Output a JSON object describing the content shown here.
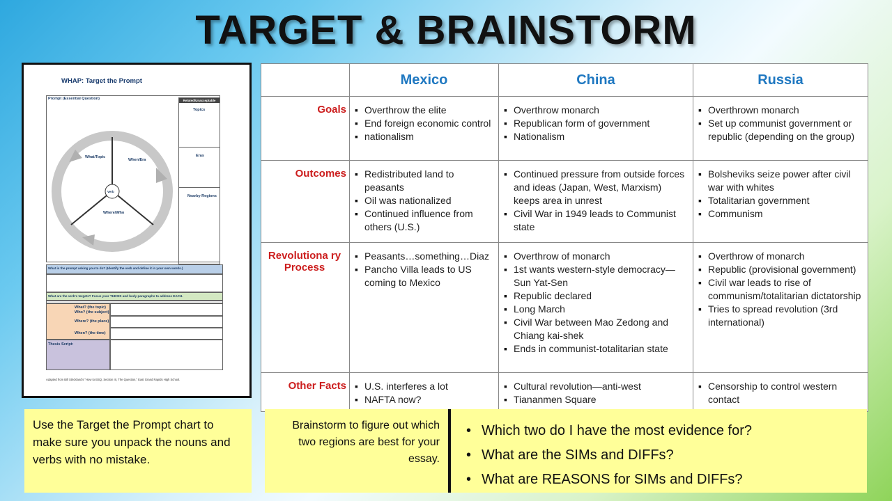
{
  "title": "TARGET & BRAINSTORM",
  "worksheet": {
    "title": "WHAP: Target the Prompt",
    "prompt_label": "Prompt (Essential Question)",
    "related_label": "Related/Unacceptable",
    "topics_label": "Topics",
    "eras_label": "Eras",
    "regions_label": "Nearby Regions",
    "what_topic": "What/Topic",
    "when_era": "When/Era",
    "where_who": "Where/Who",
    "verb": "Verb",
    "ask_band": "What is the prompt asking you to do? (Identify the verb and define it in your own words.)",
    "targets_band": "What are the verb's targets? Focus your THESIS and body paragraphs to address EACH.",
    "what_q": "What? (the topic)",
    "who_q": "Who? (the subject)",
    "where_q": "Where? (the place)",
    "when_q": "When? (the time)",
    "thesis_label": "Thesis Script:",
    "credit": "Adapted from Bill Strickland's \"How to EBQ, Section III, The Question,\" East Grand Rapids High School."
  },
  "table": {
    "columns": [
      "Mexico",
      "China",
      "Russia"
    ],
    "rows": [
      {
        "label": "Goals",
        "cells": [
          [
            "Overthrow the elite",
            "End foreign economic control",
            "nationalism"
          ],
          [
            "Overthrow monarch",
            "Republican form of government",
            "Nationalism"
          ],
          [
            "Overthrown monarch",
            "Set up communist government or republic (depending on the group)"
          ]
        ]
      },
      {
        "label": "Outcomes",
        "cells": [
          [
            "Redistributed land to peasants",
            "Oil was nationalized",
            "Continued influence from others (U.S.)"
          ],
          [
            "Continued pressure from outside forces and ideas (Japan, West, Marxism) keeps area in unrest",
            "Civil War in 1949 leads to Communist state"
          ],
          [
            "Bolsheviks seize power after civil war with whites",
            "Totalitarian government",
            "Communism"
          ]
        ]
      },
      {
        "label": "Revolutiona ry Process",
        "cells": [
          [
            "Peasants…something…Diaz",
            "Pancho Villa leads to US coming to Mexico"
          ],
          [
            "Overthrow of monarch",
            "1st wants western-style democracy—Sun Yat-Sen",
            "Republic declared",
            "Long March",
            "Civil War between Mao Zedong and Chiang kai-shek",
            "Ends in communist-totalitarian state"
          ],
          [
            "Overthrow of monarch",
            "Republic (provisional government)",
            "Civil war leads to rise of communism/totalitarian dictatorship",
            "Tries to spread revolution (3rd international)"
          ]
        ]
      },
      {
        "label": "Other Facts",
        "cells": [
          [
            "U.S. interferes a lot",
            "NAFTA now?"
          ],
          [
            "Cultural revolution—anti-west",
            "Tiananmen Square"
          ],
          [
            "Censorship to control western contact"
          ]
        ]
      }
    ]
  },
  "notes": {
    "left": "Use the Target the Prompt chart to make sure you unpack the nouns and verbs with no mistake.",
    "middle": "Brainstorm to figure out which two regions are best for your essay.",
    "questions": [
      "Which two do I have the most evidence for?",
      "What are the SIMs and DIFFs?",
      "What are REASONS for SIMs and DIFFs?"
    ]
  }
}
